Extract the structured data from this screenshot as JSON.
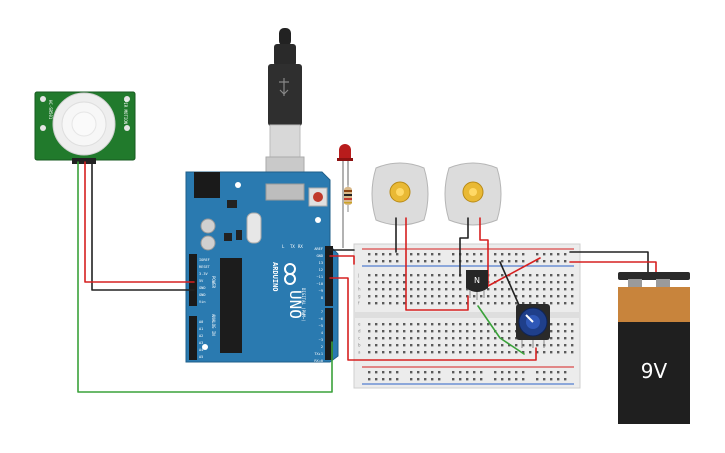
{
  "arduino": {
    "brand": "ARDUINO",
    "model": "UNO",
    "power_header_label": "POWER",
    "analog_header_label": "ANALOG IN",
    "digital_header_label": "DIGITAL (PWM~)",
    "pins_power": [
      "IOREF",
      "RESET",
      "3.3V",
      "5V",
      "GND",
      "GND",
      "Vin"
    ],
    "pins_analog": [
      "A0",
      "A1",
      "A2",
      "A3",
      "A4",
      "A5"
    ],
    "pins_digital_top": [
      "AREF",
      "GND",
      "13",
      "12",
      "~11",
      "~10",
      "~9",
      "8"
    ],
    "pins_digital_bottom": [
      "7",
      "~6",
      "~5",
      "4",
      "~3",
      "2",
      "TX▸1",
      "RX◂0"
    ],
    "led_labels": [
      "L",
      "TX",
      "RX"
    ]
  },
  "pir_sensor": {
    "left_label": "HC-SR501",
    "right_label": "PIR MOTION"
  },
  "breadboard": {
    "row_letters": [
      "a",
      "b",
      "c",
      "d",
      "e",
      "f",
      "g",
      "h",
      "i",
      "j"
    ]
  },
  "transistor": {
    "label": "N"
  },
  "battery": {
    "label": "9V"
  },
  "colors": {
    "board": "#2a7ab0",
    "wire_red": "#d62020",
    "wire_black": "#222222",
    "wire_green": "#3aa23a",
    "battery_top": "#c8843c",
    "battery_body": "#1f1f1f"
  }
}
